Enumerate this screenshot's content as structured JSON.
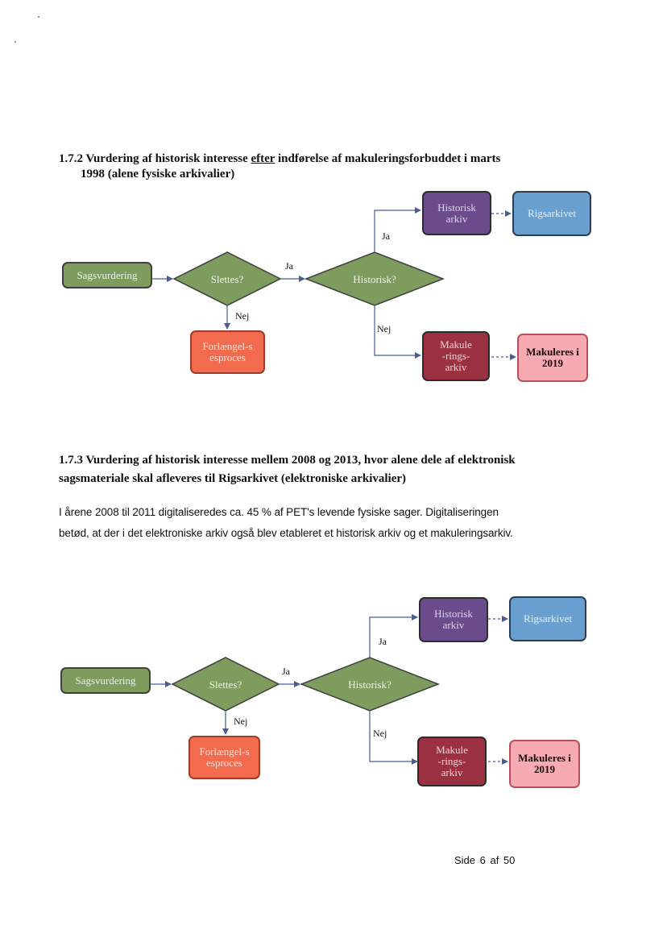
{
  "section1": {
    "title_number": "1.7.2",
    "title_pre": "Vurdering af historisk interesse ",
    "title_emph": "efter",
    "title_post": " indførelse af makuleringsforbuddet i marts",
    "title_line2": "1998 (alene fysiske arkivalier)"
  },
  "section2": {
    "title_line1": "1.7.3 Vurdering af historisk interesse mellem 2008 og 2013, hvor alene dele af elektronisk",
    "title_line2": "sagsmateriale skal afleveres til Rigsarkivet (elektroniske arkivalier)",
    "paragraph": "I årene 2008 til 2011 digitaliseredes ca. 45 % af PET's levende fysiske sager. Digitaliseringen betød, at der i det elektroniske arkiv også blev etableret et historisk arkiv og et makuleringsar­kiv."
  },
  "flowchart1": {
    "start": "Sagsvurdering",
    "decision1": "Slettes?",
    "decision2": "Historisk?",
    "yes": "Ja",
    "no": "Nej",
    "extension": "Forlængel-sesproces",
    "historical_archive": "Historisk arkiv",
    "national_archive": "Rigsarkivet",
    "shred_archive": "Makule-rings-arkiv",
    "shred_date": "Makuleres i 2019"
  },
  "flowchart2": {
    "start": "Sagsvurdering",
    "decision1": "Slettes?",
    "decision2": "Historisk?",
    "yes": "Ja",
    "no": "Nej",
    "extension": "Forlængel-sesproces",
    "historical_archive": "Historisk arkiv",
    "national_archive": "Rigsarkivet",
    "shred_archive": "Makule-rings-arkiv",
    "shred_date": "Makuleres i 2019"
  },
  "footer": {
    "page": "Side 6 af 50"
  }
}
